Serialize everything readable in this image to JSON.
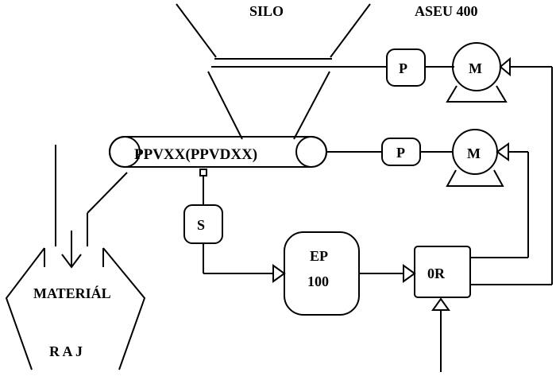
{
  "diagram": {
    "silo_label": "SILO",
    "aseu_label": "ASEU  400",
    "conveyor_label": "PPVXX(PPVDXX)",
    "pump_top_label": "P",
    "motor_top_label": "M",
    "pump_mid_label": "P",
    "motor_mid_label": "M",
    "sensor_label": "S",
    "ep_label_line1": "EP",
    "ep_label_line2": "100",
    "or_label": "0R",
    "material_label": "MATERIÁL",
    "raj_label": "R A J"
  }
}
